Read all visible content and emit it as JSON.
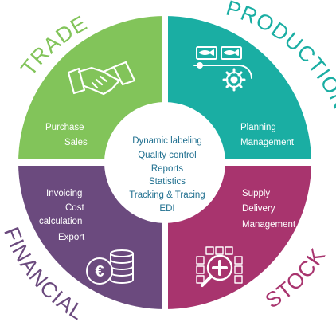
{
  "colors": {
    "trade": "#82c45a",
    "production": "#1aaea3",
    "financial": "#6b4a7e",
    "stock": "#a8346e",
    "center_text": "#1f6f8f"
  },
  "segments": {
    "trade": {
      "title": "TRADE",
      "items": [
        "Purchase",
        "Sales"
      ],
      "icon": "handshake-icon"
    },
    "production": {
      "title": "PRODUCTION",
      "items": [
        "Planning",
        "Management"
      ],
      "icon": "conveyor-gear-icon"
    },
    "financial": {
      "title": "FINANCIAL",
      "items": [
        "Invoicing",
        "Cost",
        "calculation",
        "Export"
      ],
      "icon": "euro-coins-icon"
    },
    "stock": {
      "title": "STOCK",
      "items": [
        "Supply",
        "Delivery",
        "Management"
      ],
      "icon": "magnifier-grid-icon"
    }
  },
  "center": {
    "items": [
      "Dynamic labeling",
      "Quality control",
      "Reports",
      "Statistics",
      "Tracking & Tracing",
      "EDI"
    ]
  }
}
